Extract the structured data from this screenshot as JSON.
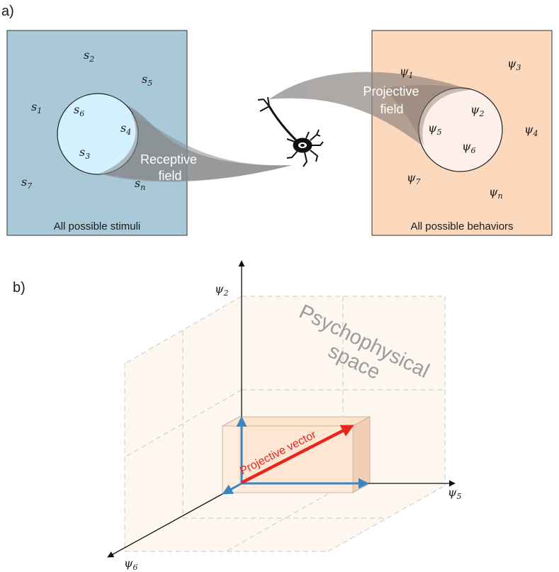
{
  "panel_a": {
    "label": "a)",
    "stimuli_box": {
      "caption": "All possible stimuli",
      "color": "#a9c9d9"
    },
    "behaviors_box": {
      "caption": "All possible behaviors",
      "color": "#fcd8bd"
    },
    "stimuli": [
      {
        "base": "s",
        "sub": "2"
      },
      {
        "base": "s",
        "sub": "5"
      },
      {
        "base": "s",
        "sub": "1"
      },
      {
        "base": "s",
        "sub": "6"
      },
      {
        "base": "s",
        "sub": "4"
      },
      {
        "base": "s",
        "sub": "3"
      },
      {
        "base": "s",
        "sub": "7"
      },
      {
        "base": "s",
        "sub": "n"
      }
    ],
    "behaviors": [
      {
        "base": "ψ",
        "sub": "1"
      },
      {
        "base": "ψ",
        "sub": "3"
      },
      {
        "base": "ψ",
        "sub": "2"
      },
      {
        "base": "ψ",
        "sub": "5"
      },
      {
        "base": "ψ",
        "sub": "4"
      },
      {
        "base": "ψ",
        "sub": "6"
      },
      {
        "base": "ψ",
        "sub": "7"
      },
      {
        "base": "ψ",
        "sub": "n"
      }
    ],
    "receptive_field": {
      "line1": "Receptive",
      "line2": "field"
    },
    "projective_field": {
      "line1": "Projective",
      "line2": "field"
    },
    "neuron_icon": "neuron-icon"
  },
  "panel_b": {
    "label": "b)",
    "axes": {
      "vertical": {
        "base": "ψ",
        "sub": "2"
      },
      "horizontal": {
        "base": "ψ",
        "sub": "5"
      },
      "depth": {
        "base": "ψ",
        "sub": "6"
      }
    },
    "space_label": {
      "line1": "Psychophysical",
      "line2": "space"
    },
    "vector_label": "Projective vector",
    "colors": {
      "vector": "#e8271c",
      "components": "#3a86c2",
      "space_fill": "#fdf1e6"
    }
  }
}
